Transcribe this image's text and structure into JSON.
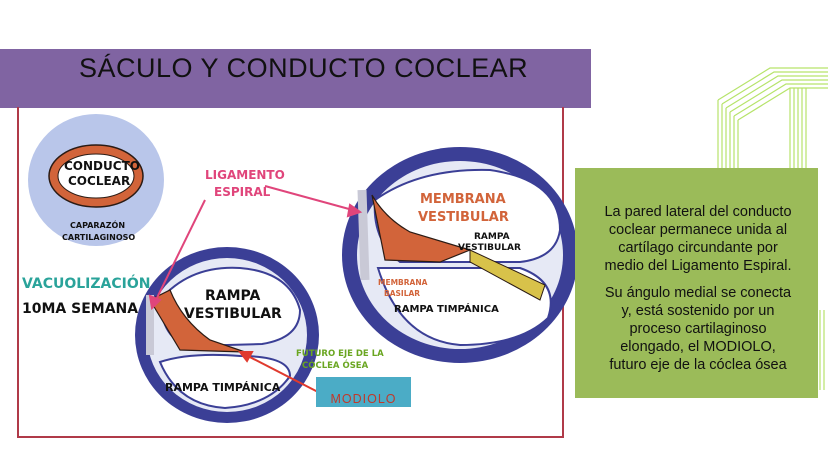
{
  "title": "SÁCULO Y CONDUCTO COCLEAR",
  "description": {
    "p1": "La pared lateral del conducto coclear permanece unida al cartílago circundante por medio del Ligamento Espiral.",
    "p2": "Su ángulo medial se conecta y, está sostenido por un proceso cartilaginoso elongado, el MODIOLO, futuro eje de la cóclea ósea"
  },
  "figure": {
    "conducto_line1": "CONDUCTO",
    "conducto_line2": "COCLEAR",
    "caparazon_line1": "CAPARAZÓN",
    "caparazon_line2": "CARTILAGINOSO",
    "ligamento_line1": "LIGAMENTO",
    "ligamento_line2": "ESPIRAL",
    "vacuolizacion": "VACUOLIZACIÓN",
    "semana": "10MA SEMANA",
    "rampa_vestibular_line1": "RAMPA",
    "rampa_vestibular_line2": "VESTIBULAR",
    "rampa_timpanica": "RAMPA TIMPÁNICA",
    "futuro_line1": "FUTURO EJE DE LA",
    "futuro_line2": "CÓCLEA ÓSEA",
    "membrana_vestibular_line1": "MEMBRANA",
    "membrana_vestibular_line2": "VESTIBULAR",
    "rampa_vestibular2_line1": "RAMPA",
    "rampa_vestibular2_line2": "VESTIBULAR",
    "membrana_basilar_line1": "MEMBRANA",
    "membrana_basilar_line2": "BASILAR",
    "rampa_timpanica2": "RAMPA TIMPÁNICA",
    "modiolo": "MODIOLO"
  },
  "colors": {
    "title_bar": "#8064a2",
    "green_box": "#9bbb59",
    "modiolo_box": "#4bacc6",
    "cartilage_blue": "#3b3f96",
    "duct_orange": "#d2643a",
    "label_pink": "#e0457b",
    "label_teal": "#2aa39a",
    "label_green": "#6aa621"
  }
}
